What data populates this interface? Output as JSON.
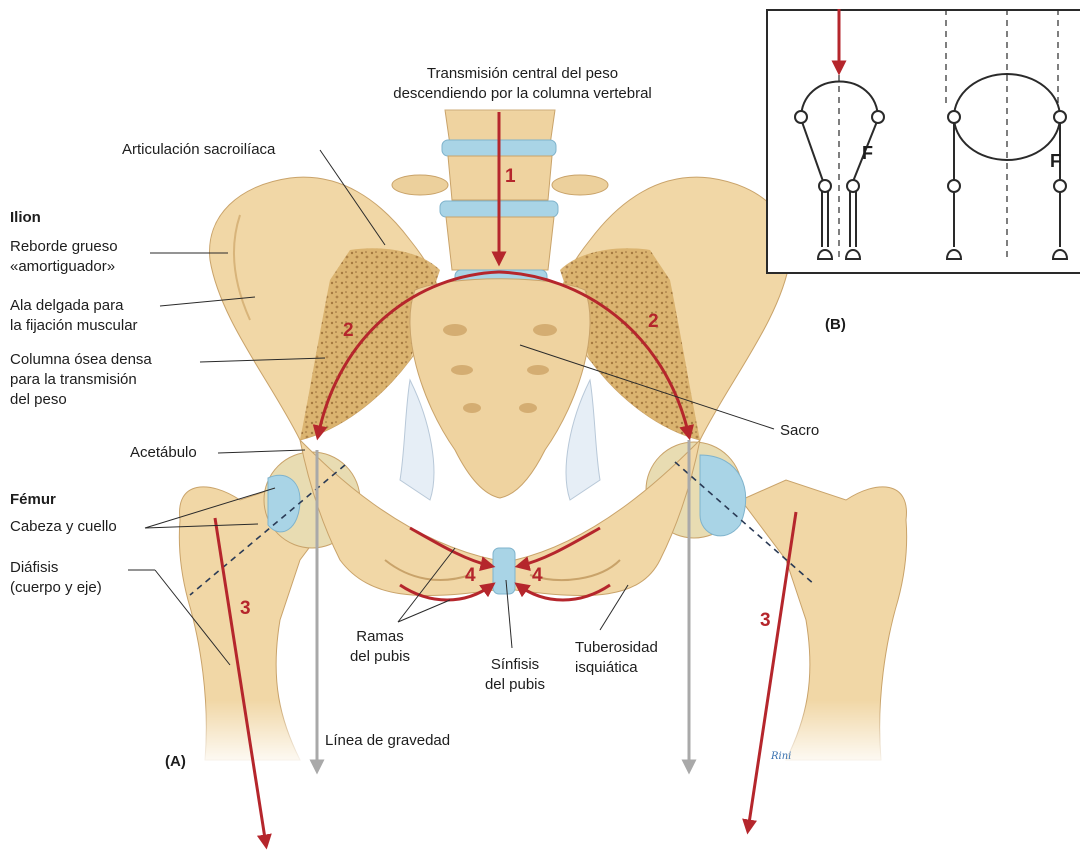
{
  "panel_a_label": "(A)",
  "panel_b_label": "(B)",
  "title_lines": [
    "Transmisión central del peso",
    "descendiendo por la columna vertebral"
  ],
  "labels": {
    "sacroiliac_joint": "Articulación sacroilíaca",
    "ilium_heading": "Ilion",
    "thick_rim": [
      "Reborde grueso",
      "«amortiguador»"
    ],
    "thin_wing": [
      "Ala delgada para",
      "la fijación muscular"
    ],
    "dense_column": [
      "Columna ósea densa",
      "para la transmisión",
      "del peso"
    ],
    "acetabulum": "Acetábulo",
    "femur_heading": "Fémur",
    "head_neck": "Cabeza y cuello",
    "shaft": [
      "Diáfisis",
      "(cuerpo y eje)"
    ],
    "pubic_rami": [
      "Ramas",
      "del pubis"
    ],
    "pubic_symphysis": [
      "Sínfisis",
      "del pubis"
    ],
    "ischial_tuberosity": [
      "Tuberosidad",
      "isquiática"
    ],
    "sacrum": "Sacro",
    "gravity_line": "Línea de gravedad"
  },
  "numbers": {
    "one": "1",
    "two": "2",
    "three": "3",
    "four": "4"
  },
  "panel_b_force_label": "F",
  "signature": "Rini",
  "colors": {
    "bone": "#f1d7a6",
    "bone_shade": "#e3bf83",
    "spongy_bone": "#c89a58",
    "cartilage": "#a9d4e6",
    "ligament": "#e6eef6",
    "arrow_red": "#b5262c",
    "gravity_gray": "#a9a9a9",
    "ink": "#1d1d1d"
  }
}
